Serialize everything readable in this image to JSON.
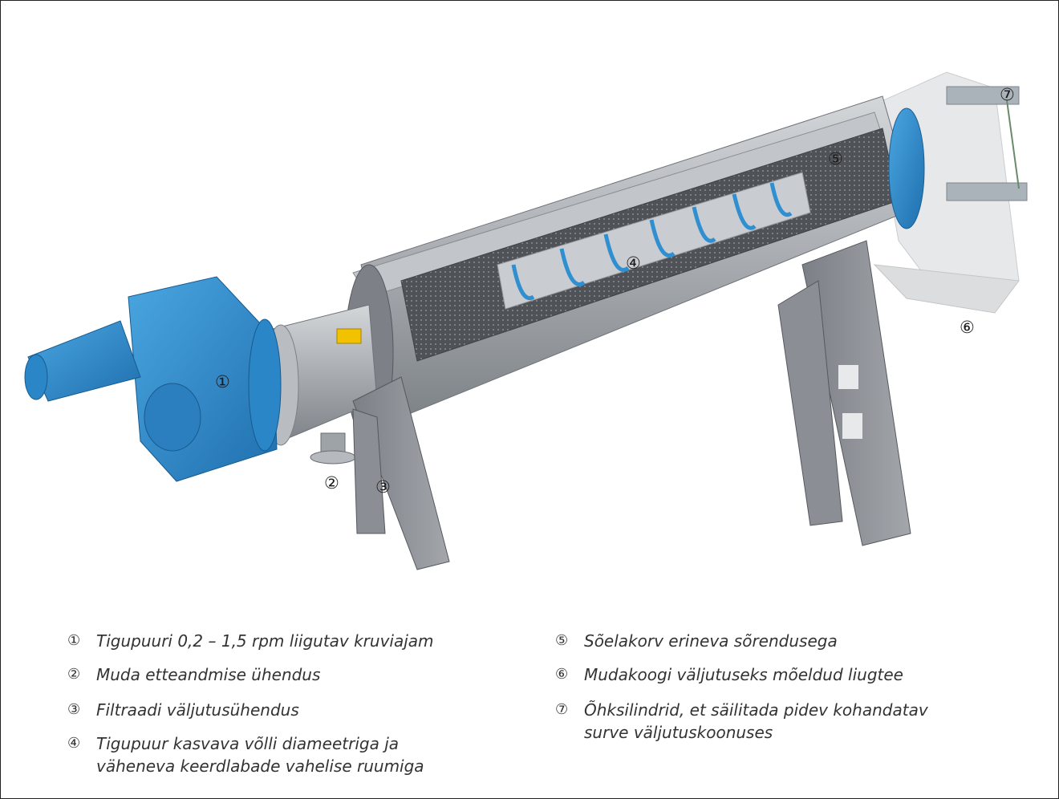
{
  "callouts": [
    {
      "id": 1,
      "symbol": "①"
    },
    {
      "id": 2,
      "symbol": "②"
    },
    {
      "id": 3,
      "symbol": "③"
    },
    {
      "id": 4,
      "symbol": "④"
    },
    {
      "id": 5,
      "symbol": "⑤"
    },
    {
      "id": 6,
      "symbol": "⑥"
    },
    {
      "id": 7,
      "symbol": "⑦"
    }
  ],
  "legend": [
    {
      "symbol": "①",
      "text": "Tigupuuri 0,2 – 1,5 rpm liigutav kruviajam"
    },
    {
      "symbol": "②",
      "text": "Muda etteandmise ühendus"
    },
    {
      "symbol": "③",
      "text": "Filtraadi väljutusühendus"
    },
    {
      "symbol": "④",
      "text": "Tigupuur kasvava võlli diameetriga ja väheneva keerdlabade vahelise ruumiga"
    },
    {
      "symbol": "⑤",
      "text": "Sõelakorv erineva sõrendusega"
    },
    {
      "symbol": "⑥",
      "text": "Mudakoogi väljutuseks mõeldud liugtee"
    },
    {
      "symbol": "⑦",
      "text": "Õhksilindrid, et säilitada pidev kohandatav surve väljutuskoonuses"
    }
  ],
  "colors": {
    "drive_blue": "#2f8fd0",
    "steel": "#9aa0a6",
    "frame_grey": "#8c9096",
    "screen_mesh": "#5d6166"
  }
}
